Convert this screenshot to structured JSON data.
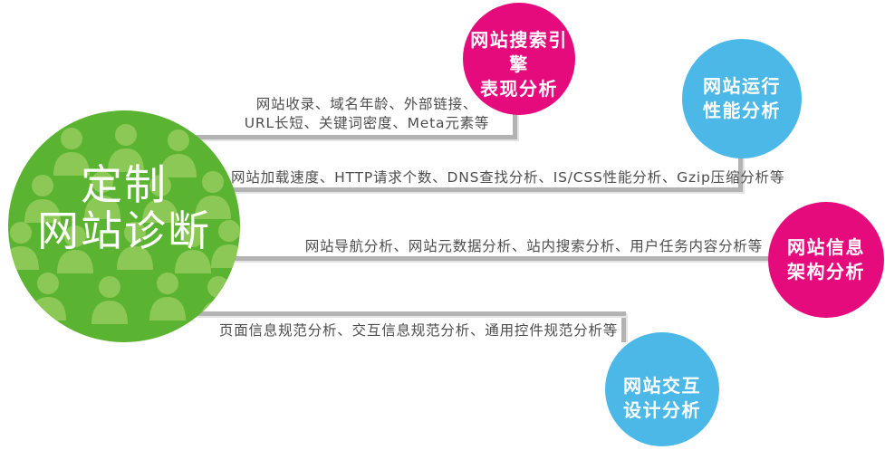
{
  "hub": {
    "title_line1": "定制",
    "title_line2": "网站诊断"
  },
  "branches": [
    {
      "label_line1": "网站搜索引擎",
      "label_line2": "表现分析",
      "description_line1": "网站收录、域名年龄、外部链接、",
      "description_line2": "URL长短、关键词密度、Meta元素等"
    },
    {
      "label_line1": "网站运行",
      "label_line2": "性能分析",
      "description": "网站加载速度、HTTP请求个数、DNS查找分析、IS/CSS性能分析、Gzip压缩分析等"
    },
    {
      "label_line1": "网站信息",
      "label_line2": "架构分析",
      "description": "网站导航分析、网站元数据分析、站内搜索分析、用户任务内容分析等"
    },
    {
      "label_line1": "网站交互",
      "label_line2": "设计分析",
      "description": "页面信息规范分析、交互信息规范分析、通用控件规范分析等"
    }
  ],
  "colors": {
    "hub_green": "#5bb431",
    "people_green": "#8cc855",
    "magenta": "#e50b7d",
    "blue": "#4cb8e8",
    "connector_gray": "#b3b3b3",
    "text_gray": "#4d4d4d",
    "background": "#ffffff"
  }
}
